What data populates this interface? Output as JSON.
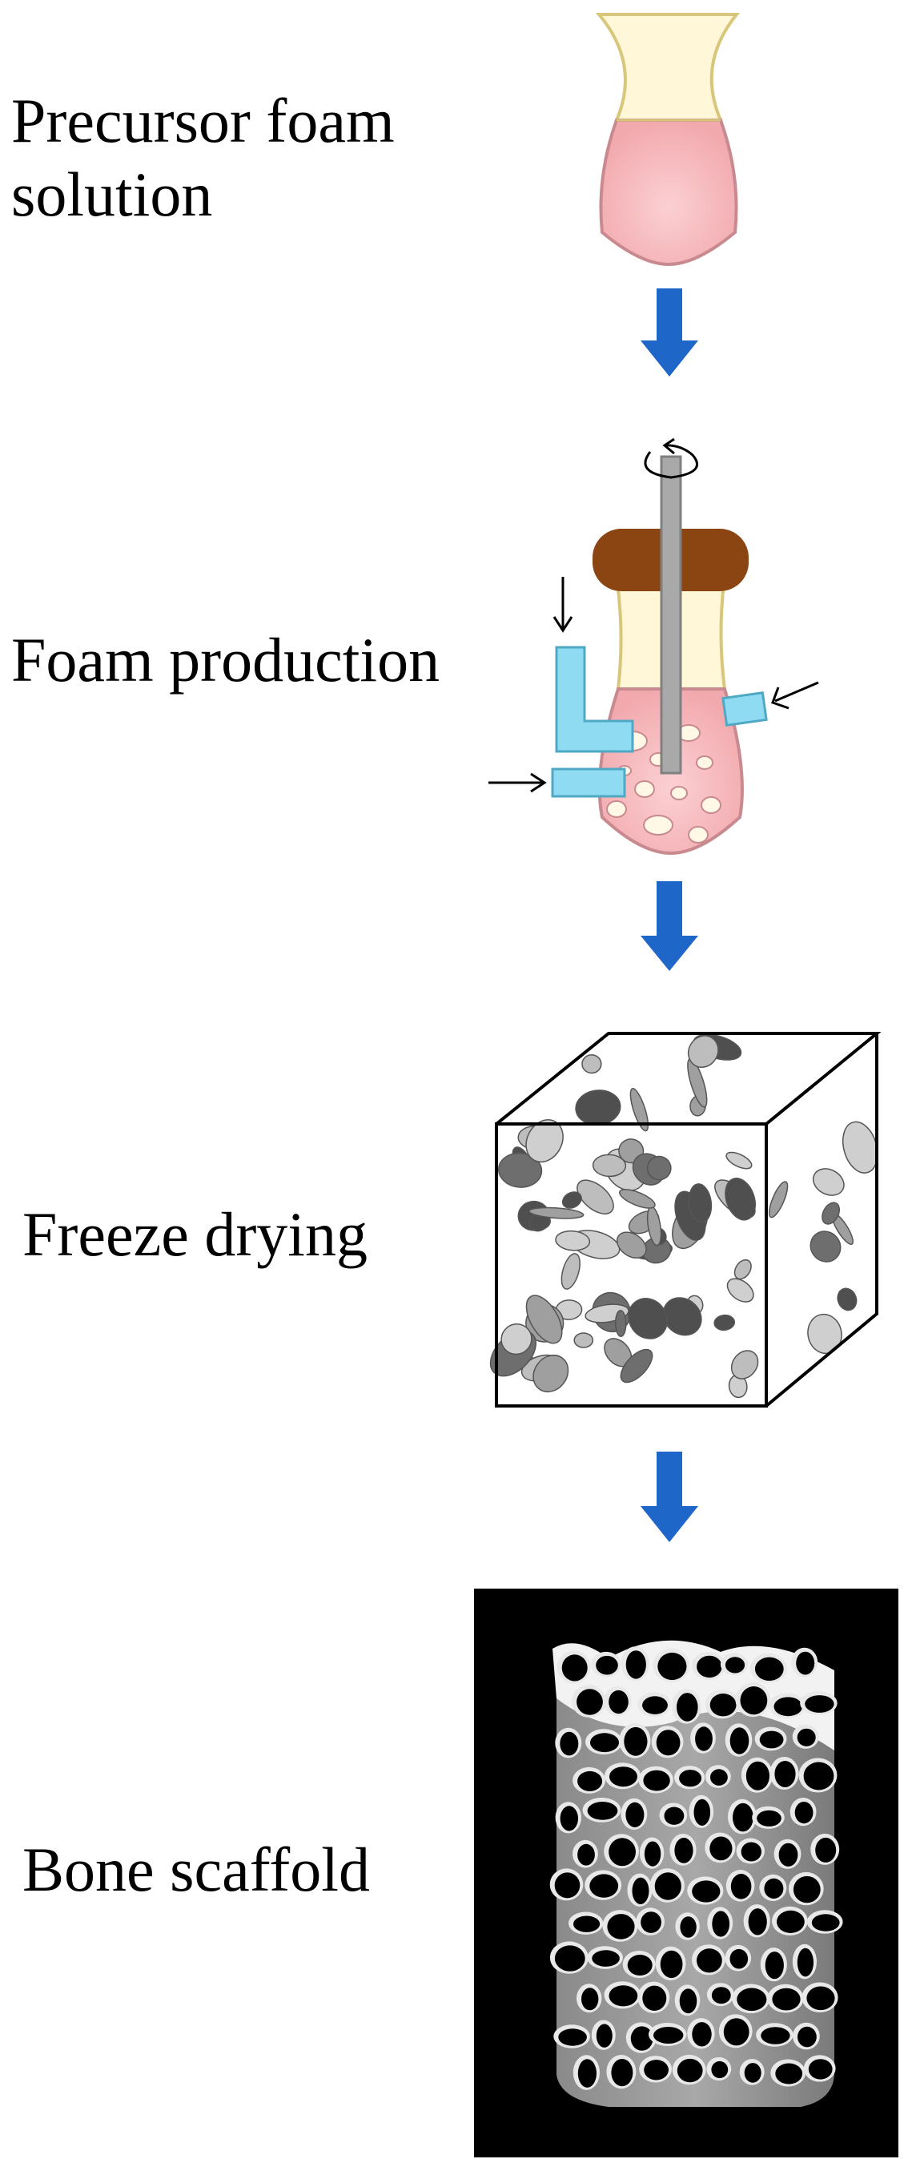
{
  "steps": [
    {
      "id": "precursor",
      "label": "Precursor foam\nsolution"
    },
    {
      "id": "foam",
      "label": "Foam production"
    },
    {
      "id": "freeze",
      "label": "Freeze drying"
    },
    {
      "id": "bone",
      "label": "Bone scaffold"
    }
  ],
  "colors": {
    "arrow": "#1f66c9",
    "liquid": "#f6b9bd",
    "flask_top": "#fff7d8",
    "stopper": "#8b4513",
    "inlet_tube": "#8fdcf2",
    "stirrer": "#a9a9a9",
    "scaffold_bg": "#000000"
  },
  "icons": [
    "flask-icon",
    "stirrer-rotation-icon",
    "gas-inlet-arrow-icon",
    "porous-cube-icon",
    "bone-scaffold-cylinder-icon"
  ]
}
